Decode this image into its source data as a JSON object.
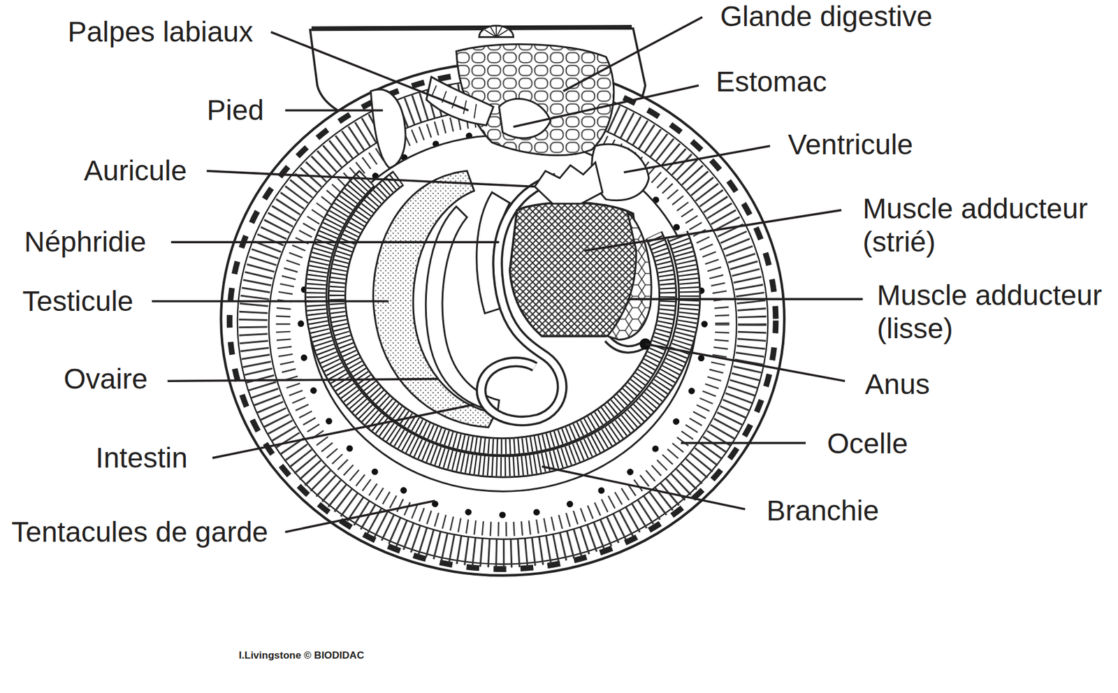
{
  "diagram": {
    "labels": [
      "Glande digestive",
      "Palpes labiaux",
      "Estomac",
      "Pied",
      "Ventricule",
      "Auricule",
      "Muscle adducteur (strié)",
      "Néphridie",
      "Muscle adducteur (lisse)",
      "Testicule",
      "Ovaire",
      "Anus",
      "Ocelle",
      "Intestin",
      "Branchie",
      "Tentacules de garde",
      "I.Livingstone © BIODIDAC"
    ]
  }
}
